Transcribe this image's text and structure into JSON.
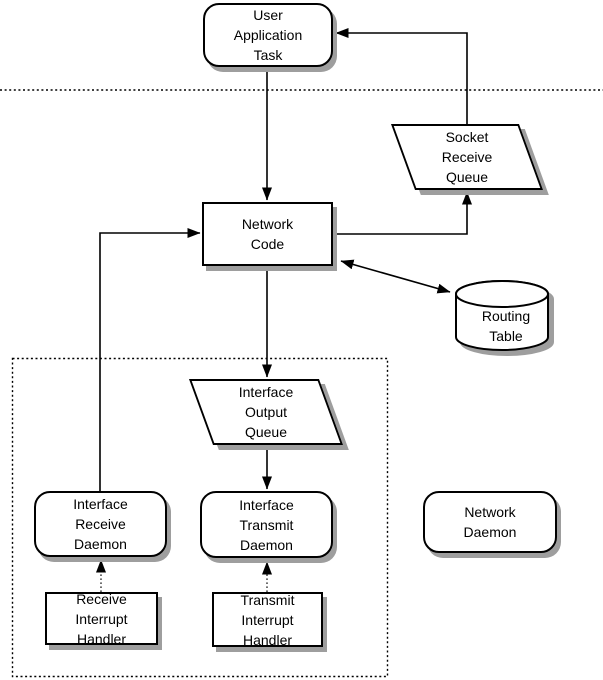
{
  "diagram": {
    "kind": "network-stack-architecture",
    "regions": {
      "user_kernel_separator": "dotted horizontal line",
      "kernel_boundary": "dashed rectangle enclosing interface daemons and interrupt handlers"
    }
  },
  "nodes": {
    "user_app": {
      "label": "User\nApplication\nTask",
      "shape": "rounded"
    },
    "socket_queue": {
      "label": "Socket\nReceive\nQueue",
      "shape": "parallelogram"
    },
    "network_code": {
      "label": "Network\nCode",
      "shape": "rectangle"
    },
    "routing_table": {
      "label": "Routing\nTable",
      "shape": "cylinder"
    },
    "output_queue": {
      "label": "Interface\nOutput\nQueue",
      "shape": "parallelogram"
    },
    "iface_rx": {
      "label": "Interface\nReceive\nDaemon",
      "shape": "rounded"
    },
    "iface_tx": {
      "label": "Interface\nTransmit\nDaemon",
      "shape": "rounded"
    },
    "net_daemon": {
      "label": "Network\nDaemon",
      "shape": "rounded"
    },
    "rx_handler": {
      "label": "Receive\nInterrupt\nHandler",
      "shape": "rectangle"
    },
    "tx_handler": {
      "label": "Transmit\nInterrupt\nHandler",
      "shape": "rectangle"
    }
  },
  "edges": [
    {
      "from": "user_app",
      "to": "network_code",
      "style": "solid-arrow"
    },
    {
      "from": "network_code",
      "to": "socket_queue",
      "style": "solid-arrow"
    },
    {
      "from": "socket_queue",
      "to": "user_app",
      "style": "solid-arrow"
    },
    {
      "from": "network_code",
      "to": "output_queue",
      "style": "solid-arrow"
    },
    {
      "from": "output_queue",
      "to": "iface_tx",
      "style": "solid-arrow"
    },
    {
      "from": "iface_rx",
      "to": "network_code",
      "style": "solid-arrow"
    },
    {
      "from": "network_code",
      "to": "routing_table",
      "style": "double-arrow"
    },
    {
      "from": "rx_handler",
      "to": "iface_rx",
      "style": "dotted-arrow"
    },
    {
      "from": "tx_handler",
      "to": "iface_tx",
      "style": "dotted-arrow"
    }
  ],
  "colors": {
    "line": "#000000",
    "shadow": "#9e9e9e",
    "fill": "#ffffff",
    "background": "#ffffff"
  }
}
